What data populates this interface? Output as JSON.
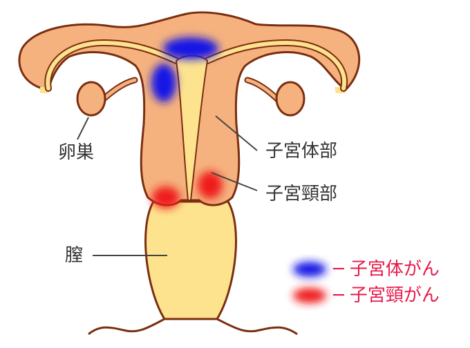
{
  "labels": {
    "ovary": "卵巣",
    "uterine_body": "子宮体部",
    "cervix": "子宮頸部",
    "vagina": "膣"
  },
  "legend": {
    "uterine_body_cancer": "─ 子宮体がん",
    "cervical_cancer": "─ 子宮頸がん"
  },
  "colors": {
    "tissue": "#f5b27e",
    "lining": "#fde38e",
    "outline": "#7a2e10",
    "body_cancer": "#1515e6",
    "cervical_cancer": "#ef1a1a",
    "legend_text": "#e8194a",
    "label_text": "#333333"
  }
}
